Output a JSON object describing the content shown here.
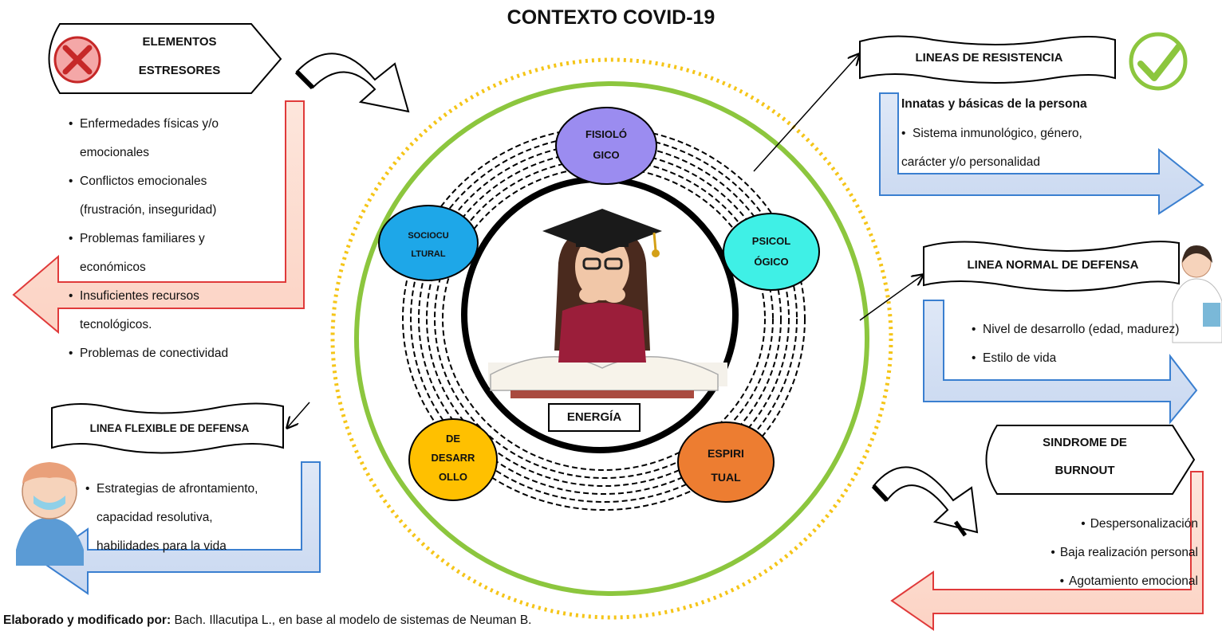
{
  "title": "CONTEXTO COVID-19",
  "stressors": {
    "title_line1": "ELEMENTOS",
    "title_line2": "ESTRESORES",
    "items": [
      "Enfermedades físicas y/o",
      "emocionales",
      "Conflictos emocionales",
      "(frustración, inseguridad)",
      "Problemas familiares y",
      "económicos",
      "Insuficientes recursos",
      "tecnológicos.",
      "Problemas de conectividad"
    ]
  },
  "flexible_line": {
    "title": "LINEA FLEXIBLE DE DEFENSA",
    "items": [
      "Estrategias de afrontamiento,",
      "capacidad resolutiva,",
      "habilidades para la vida"
    ]
  },
  "resistance": {
    "title": "LINEAS DE RESISTENCIA",
    "subtitle": "Innatas y básicas de la persona",
    "items": [
      "Sistema inmunológico, género,",
      "carácter y/o personalidad"
    ]
  },
  "normal_line": {
    "title": "LINEA NORMAL DE DEFENSA",
    "items": [
      "Nivel de desarrollo (edad, madurez)",
      "Estilo de vida"
    ]
  },
  "burnout": {
    "title_line1": "SINDROME DE",
    "title_line2": "BURNOUT",
    "items": [
      "Despersonalización",
      "Baja realización personal",
      "Agotamiento emocional"
    ]
  },
  "core": {
    "energy_label": "ENERGÍA",
    "fisiologico": [
      "FISIOLÓ",
      "GICO"
    ],
    "psicologico": [
      "PSICOL",
      "ÓGICO"
    ],
    "sociocultural": [
      "SOCIOCU",
      "LTURAL"
    ],
    "desarrollo": [
      "DE",
      "DESARR",
      "OLLO"
    ],
    "espiritual": [
      "ESPIRI",
      "TUAL"
    ]
  },
  "colors": {
    "green_ring": "#8cc63e",
    "dotted_ring": "#f5c518",
    "fisiologico": "#9b8cf0",
    "psicologico": "#3ff0e6",
    "sociocultural": "#1ea7e8",
    "desarrollo": "#ffc000",
    "espiritual": "#ed7d31",
    "red_arrow": "#e03a3a",
    "blue_arrow": "#3a7fd0"
  },
  "footer": {
    "bold": "Elaborado y modificado por:",
    "text": " Bach. Illacutipa L., en base al modelo de sistemas de Neuman B."
  }
}
